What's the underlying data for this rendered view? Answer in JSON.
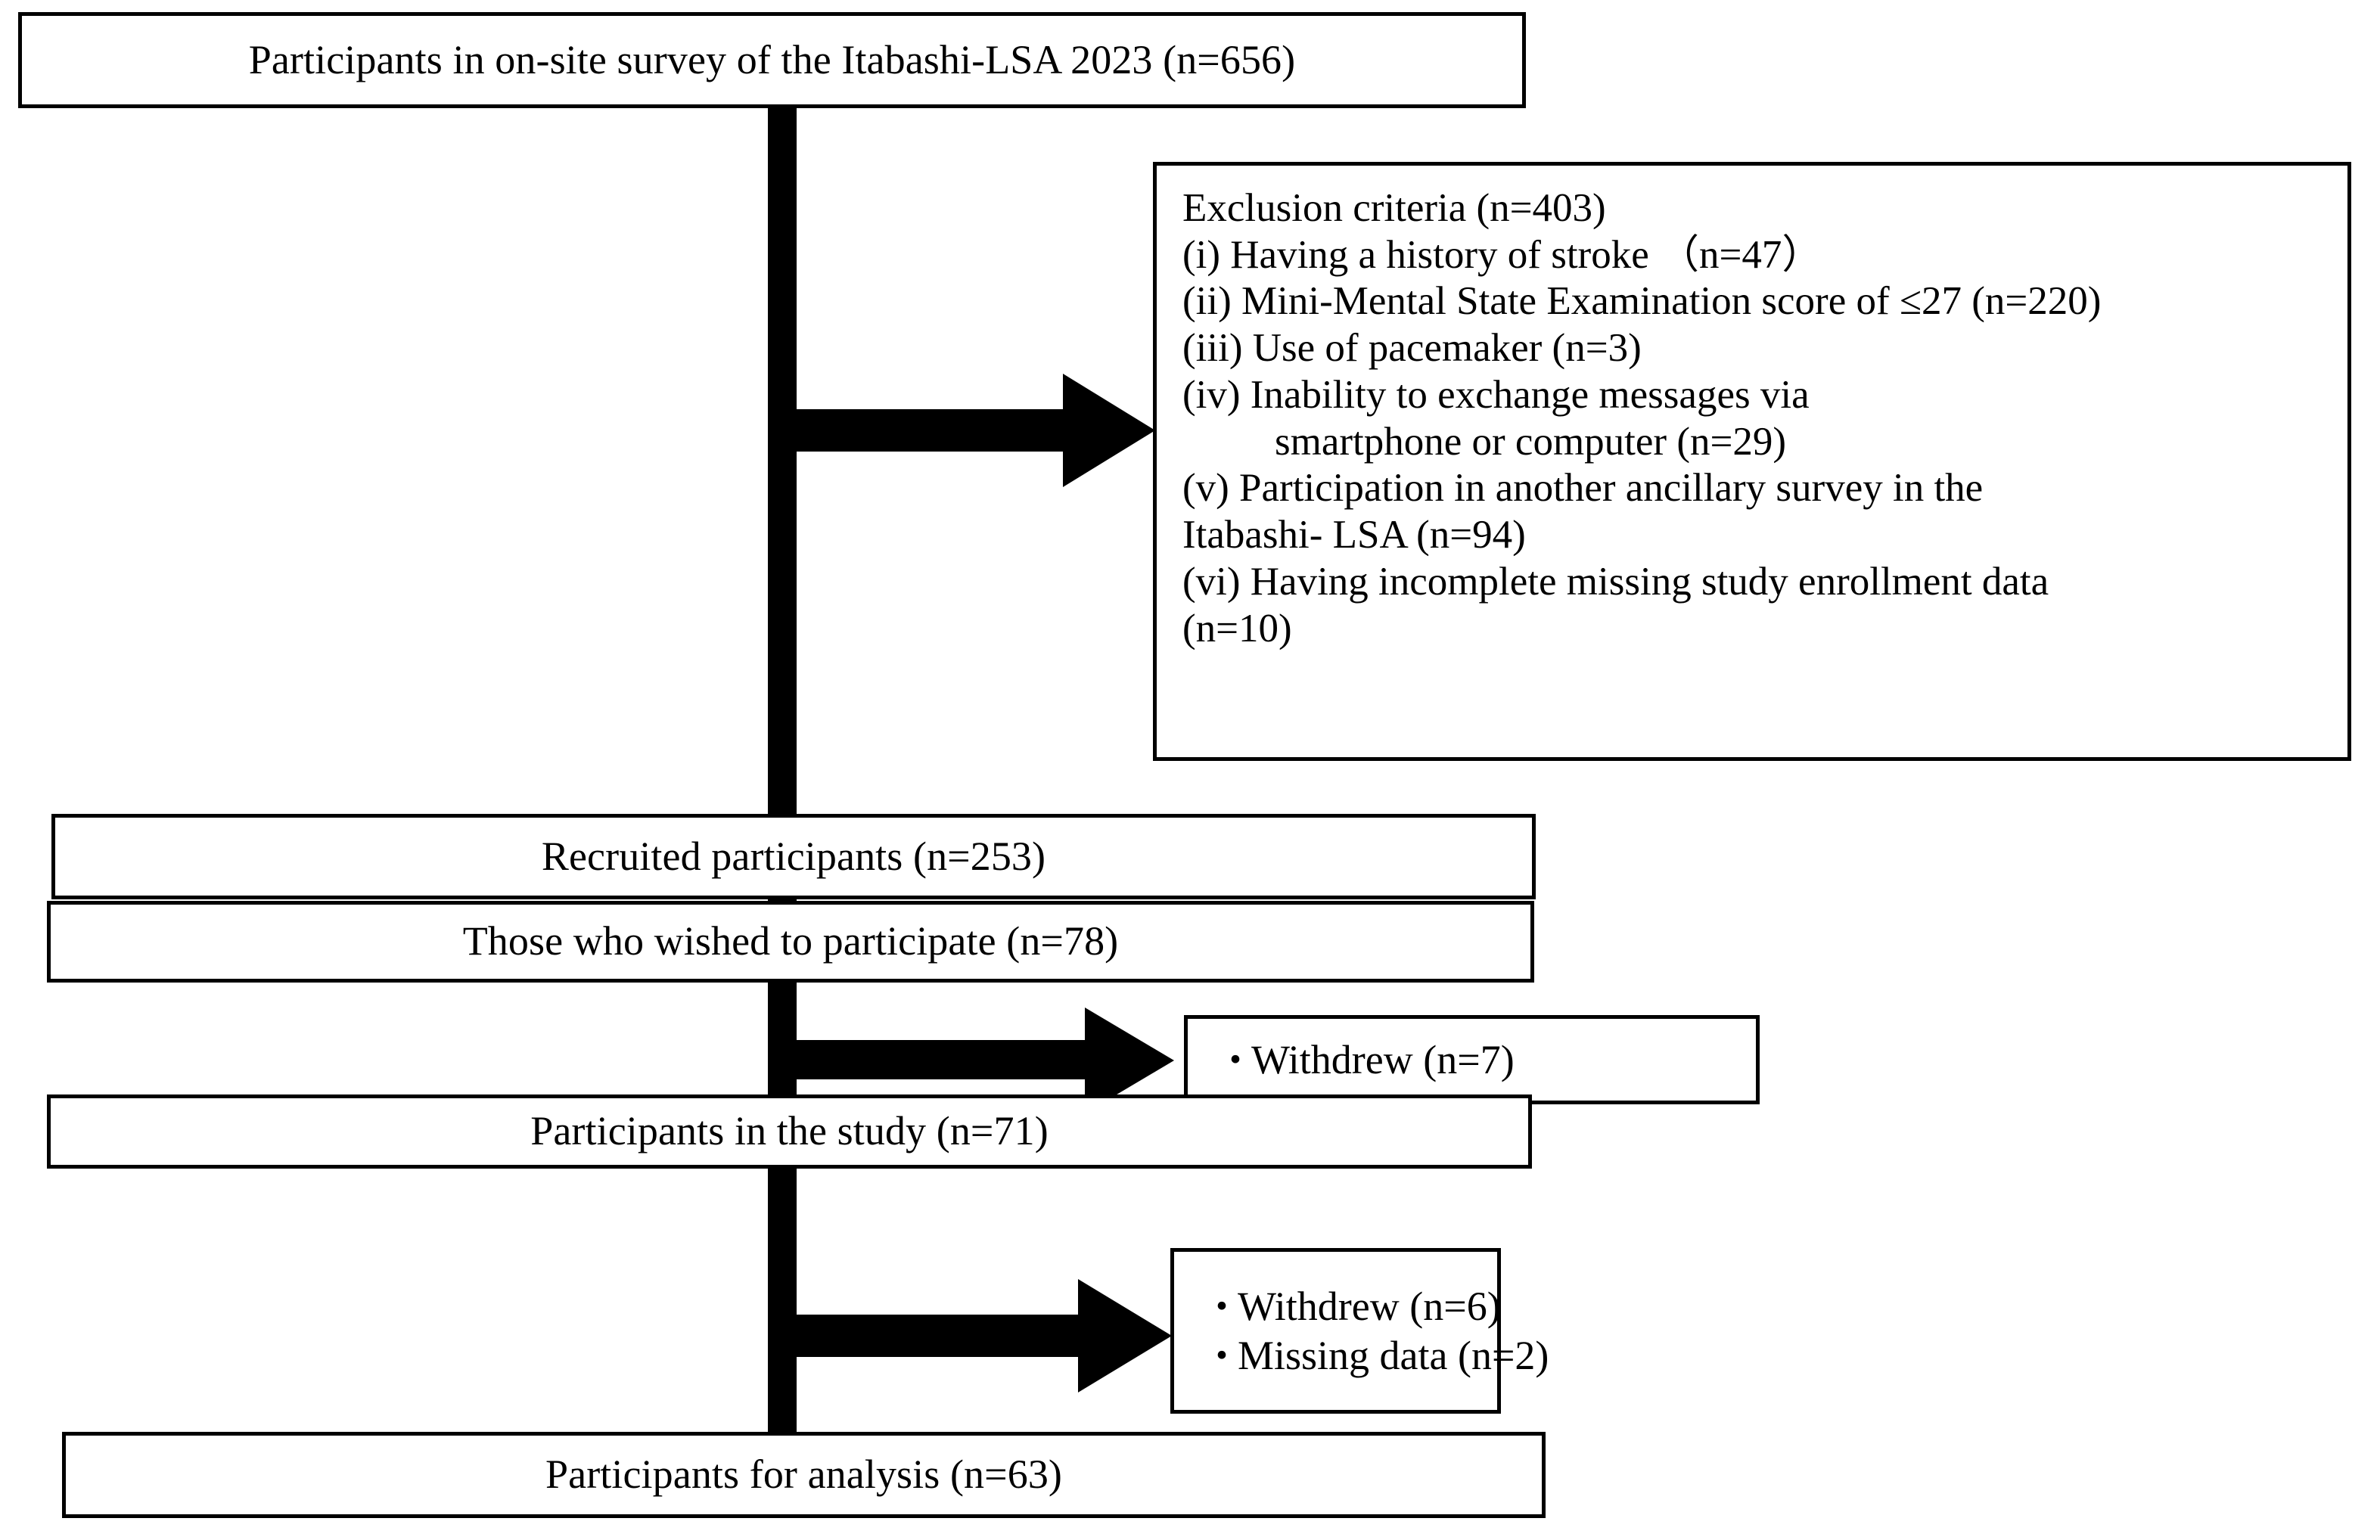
{
  "diagram": {
    "title": "Participant flow diagram of the Itabashi-LSA 2023 ancillary study",
    "type": "flowchart",
    "accent_color": "#000000",
    "background_color": "#ffffff"
  },
  "nodes": {
    "source": {
      "label": "Participants in on-site survey of the Itabashi-LSA 2023 (n=656)",
      "count": 656
    },
    "recruited": {
      "label": "Recruited participants (n=253)",
      "count": 253
    },
    "wished": {
      "label": "Those who wished to participate (n=78)",
      "count": 78
    },
    "in_study": {
      "label": "Participants in the study (n=71)",
      "count": 71
    },
    "analysis": {
      "label": "Participants for analysis (n=63)",
      "count": 63
    }
  },
  "exclusions": {
    "heading": "Exclusion criteria (n=403)",
    "total": 403,
    "items": [
      {
        "marker": "(i)",
        "text": "(i) Having a history of stroke （n=47）",
        "count": 47,
        "indent": false
      },
      {
        "marker": "(ii)",
        "text": "(ii) Mini-Mental State Examination score of ≤27 (n=220)",
        "count": 220,
        "indent": false
      },
      {
        "marker": "(iii)",
        "text": "(iii) Use of pacemaker (n=3)",
        "count": 3,
        "indent": false
      },
      {
        "marker": "(iv)",
        "text": "(iv) Inability to exchange messages via",
        "count": 29,
        "indent": false
      },
      {
        "marker": "",
        "text": "smartphone or computer (n=29)",
        "count": 29,
        "indent": true
      },
      {
        "marker": "(v)",
        "text": "(v) Participation in another ancillary survey in the",
        "count": 94,
        "indent": false
      },
      {
        "marker": "",
        "text": "Itabashi- LSA (n=94)",
        "count": 94,
        "indent": false
      },
      {
        "marker": "(vi)",
        "text": "(vi) Having incomplete missing study enrollment data",
        "count": 10,
        "indent": false
      },
      {
        "marker": "",
        "text": "(n=10)",
        "count": 10,
        "indent": false
      }
    ]
  },
  "dropouts": {
    "after_wished": {
      "items": [
        {
          "bullet": "・",
          "text": "Withdrew (n=7)",
          "count": 7
        }
      ]
    },
    "after_study": {
      "items": [
        {
          "bullet": "・",
          "text": "Withdrew (n=6)",
          "count": 6
        },
        {
          "bullet": "・",
          "text": "Missing data (n=2)",
          "count": 2
        }
      ]
    }
  },
  "icons": {
    "arrow_right": "arrow-right-icon",
    "connector": "vertical-connector-icon"
  }
}
